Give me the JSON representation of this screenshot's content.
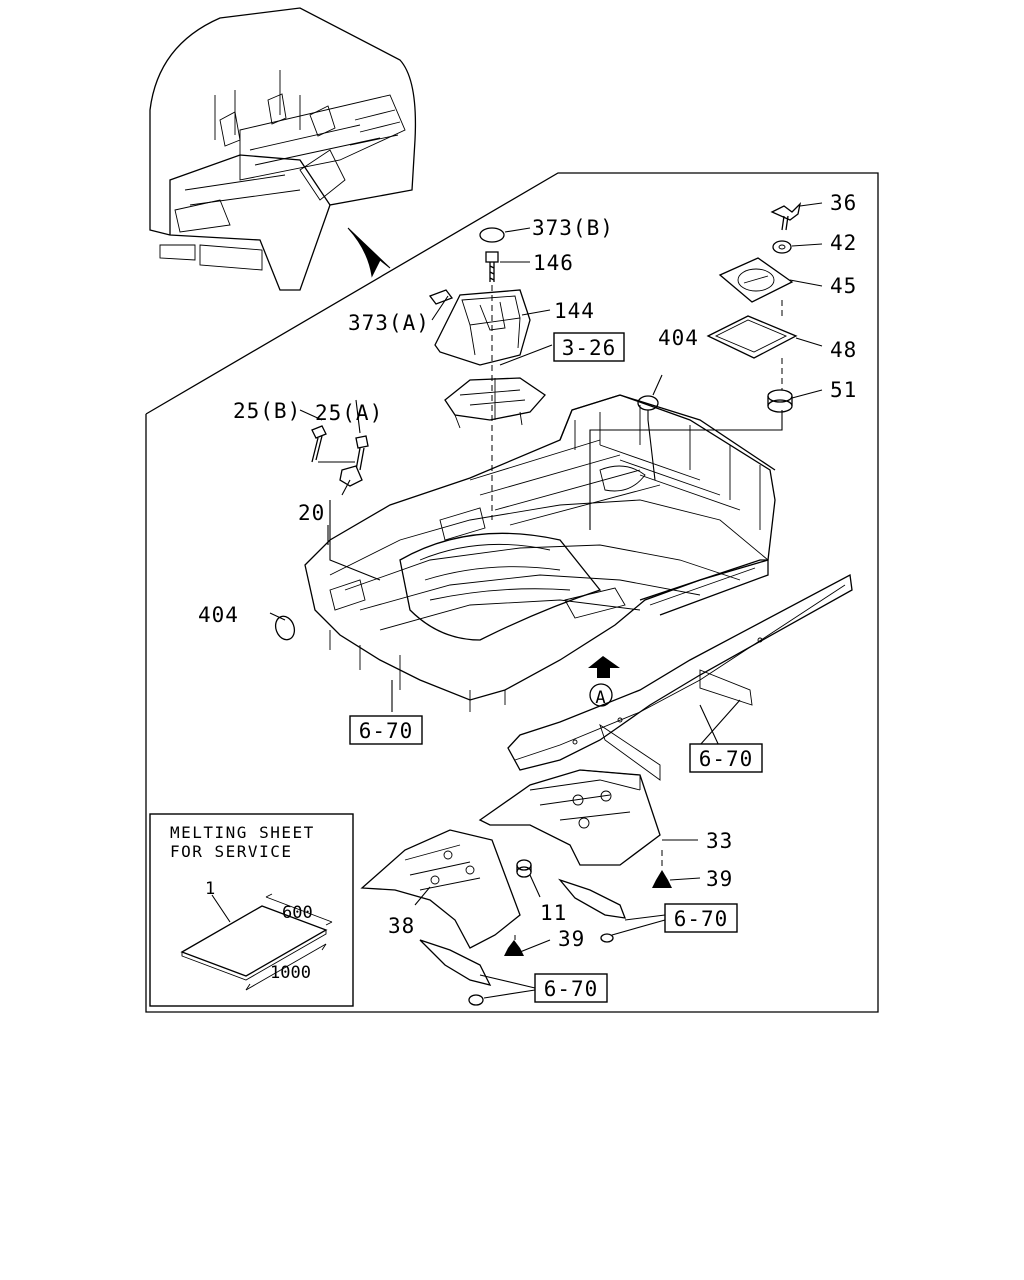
{
  "labels": {
    "p373b": "373(B)",
    "p146": "146",
    "p373a": "373(A)",
    "p144": "144",
    "ref326": "3-26",
    "p404_top": "404",
    "p25a": "25(A)",
    "p25b": "25(B)",
    "p20": "20",
    "p404_left": "404",
    "ref670_left": "6-70",
    "circleA": "A",
    "ref670_right": "6-70",
    "p36": "36",
    "p42": "42",
    "p45": "45",
    "p48": "48",
    "p51": "51",
    "p33": "33",
    "p39_right": "39",
    "p11": "11",
    "ref670_lowright": "6-70",
    "p38": "38",
    "p39_left": "39",
    "ref670_bottom": "6-70"
  },
  "melting_sheet": {
    "line1": "MELTING SHEET",
    "line2": "FOR SERVICE",
    "part": "1",
    "dim_width": "600",
    "dim_length": "1000"
  }
}
